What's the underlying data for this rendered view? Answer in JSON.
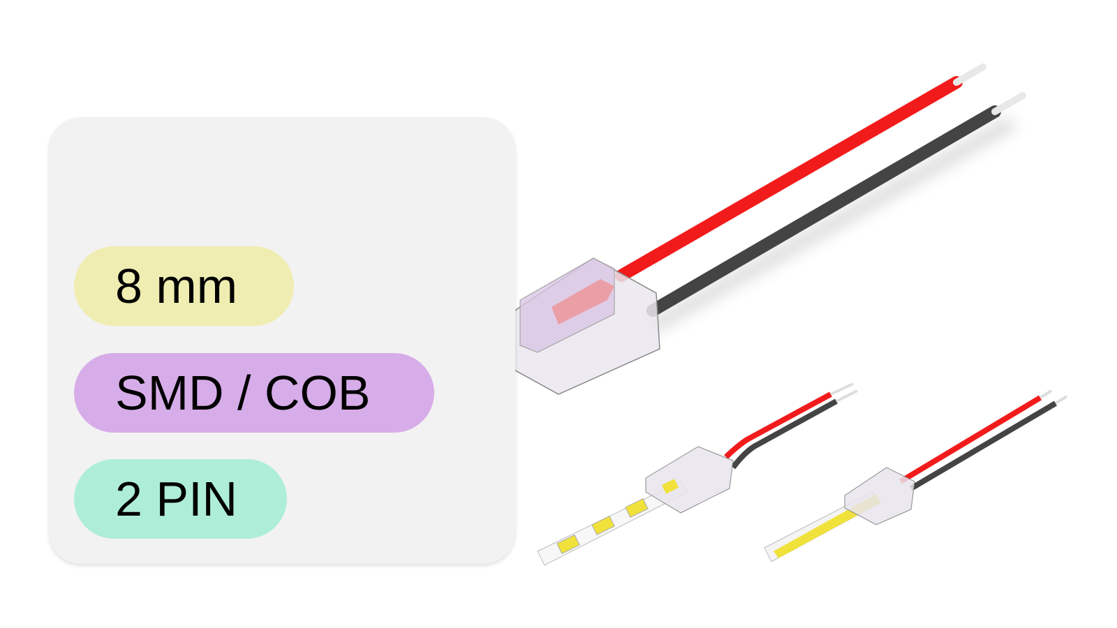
{
  "specs": {
    "width": "8 mm",
    "type": "SMD / COB",
    "pins": "2 PIN"
  },
  "colors": {
    "width_pill": "#efedb1",
    "type_pill": "#d7ade9",
    "pins_pill": "#aeeed9",
    "wire_red": "#f21b1b",
    "wire_black": "#444444",
    "led_yellow": "#f0e23a"
  }
}
